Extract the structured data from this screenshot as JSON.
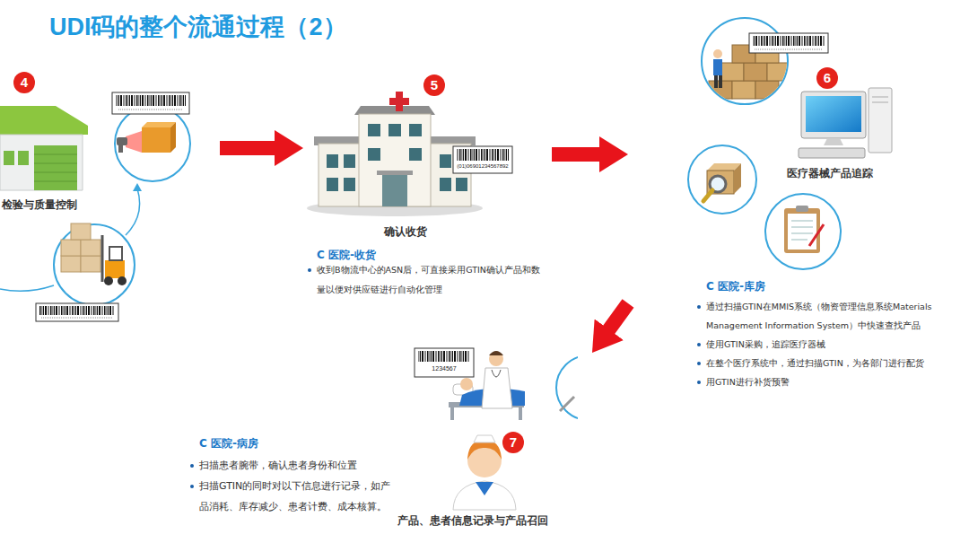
{
  "diagram": {
    "title": "UDI码的整个流通过程（2）",
    "nodes": [
      {
        "text": [
          "检验与质量控制"
        ]
      },
      {
        "text": [
          "确认收货",
          "C 医院-收货",
          "收到B物流中心的ASN后，可直接采用GTIN确认产品和数量以便对供应链进行自动化管理"
        ]
      },
      {
        "text": [
          "医疗器械产品追踪",
          "C 医院-库房",
          "通过扫描GTIN在MMIS系统（物资管理信息系统Materials Management Information System）中快速查找产品",
          "使用GTIN采购，追踪医疗器械",
          "在整个医疗系统中，通过扫描GTIN，为各部门进行配货",
          "用GTIN进行补货预警"
        ]
      },
      {
        "text": [
          "产品、患者信息记录与产品召回",
          "C 医院-病房",
          "扫描患者腕带，确认患者身份和位置",
          "扫描GTIN的同时对以下信息进行记录，如产品消耗、库存减少、患者计费、成本核算。"
        ]
      }
    ],
    "edges": [
      {
        "from": 0,
        "to": 1,
        "arrow": "to"
      },
      {
        "from": 1,
        "to": 2,
        "arrow": "to"
      },
      {
        "from": 2,
        "to": 3,
        "arrow": "to"
      }
    ],
    "labels": [
      "4",
      "(01)06901234567892",
      "5",
      "6",
      "1234567",
      "7"
    ]
  }
}
